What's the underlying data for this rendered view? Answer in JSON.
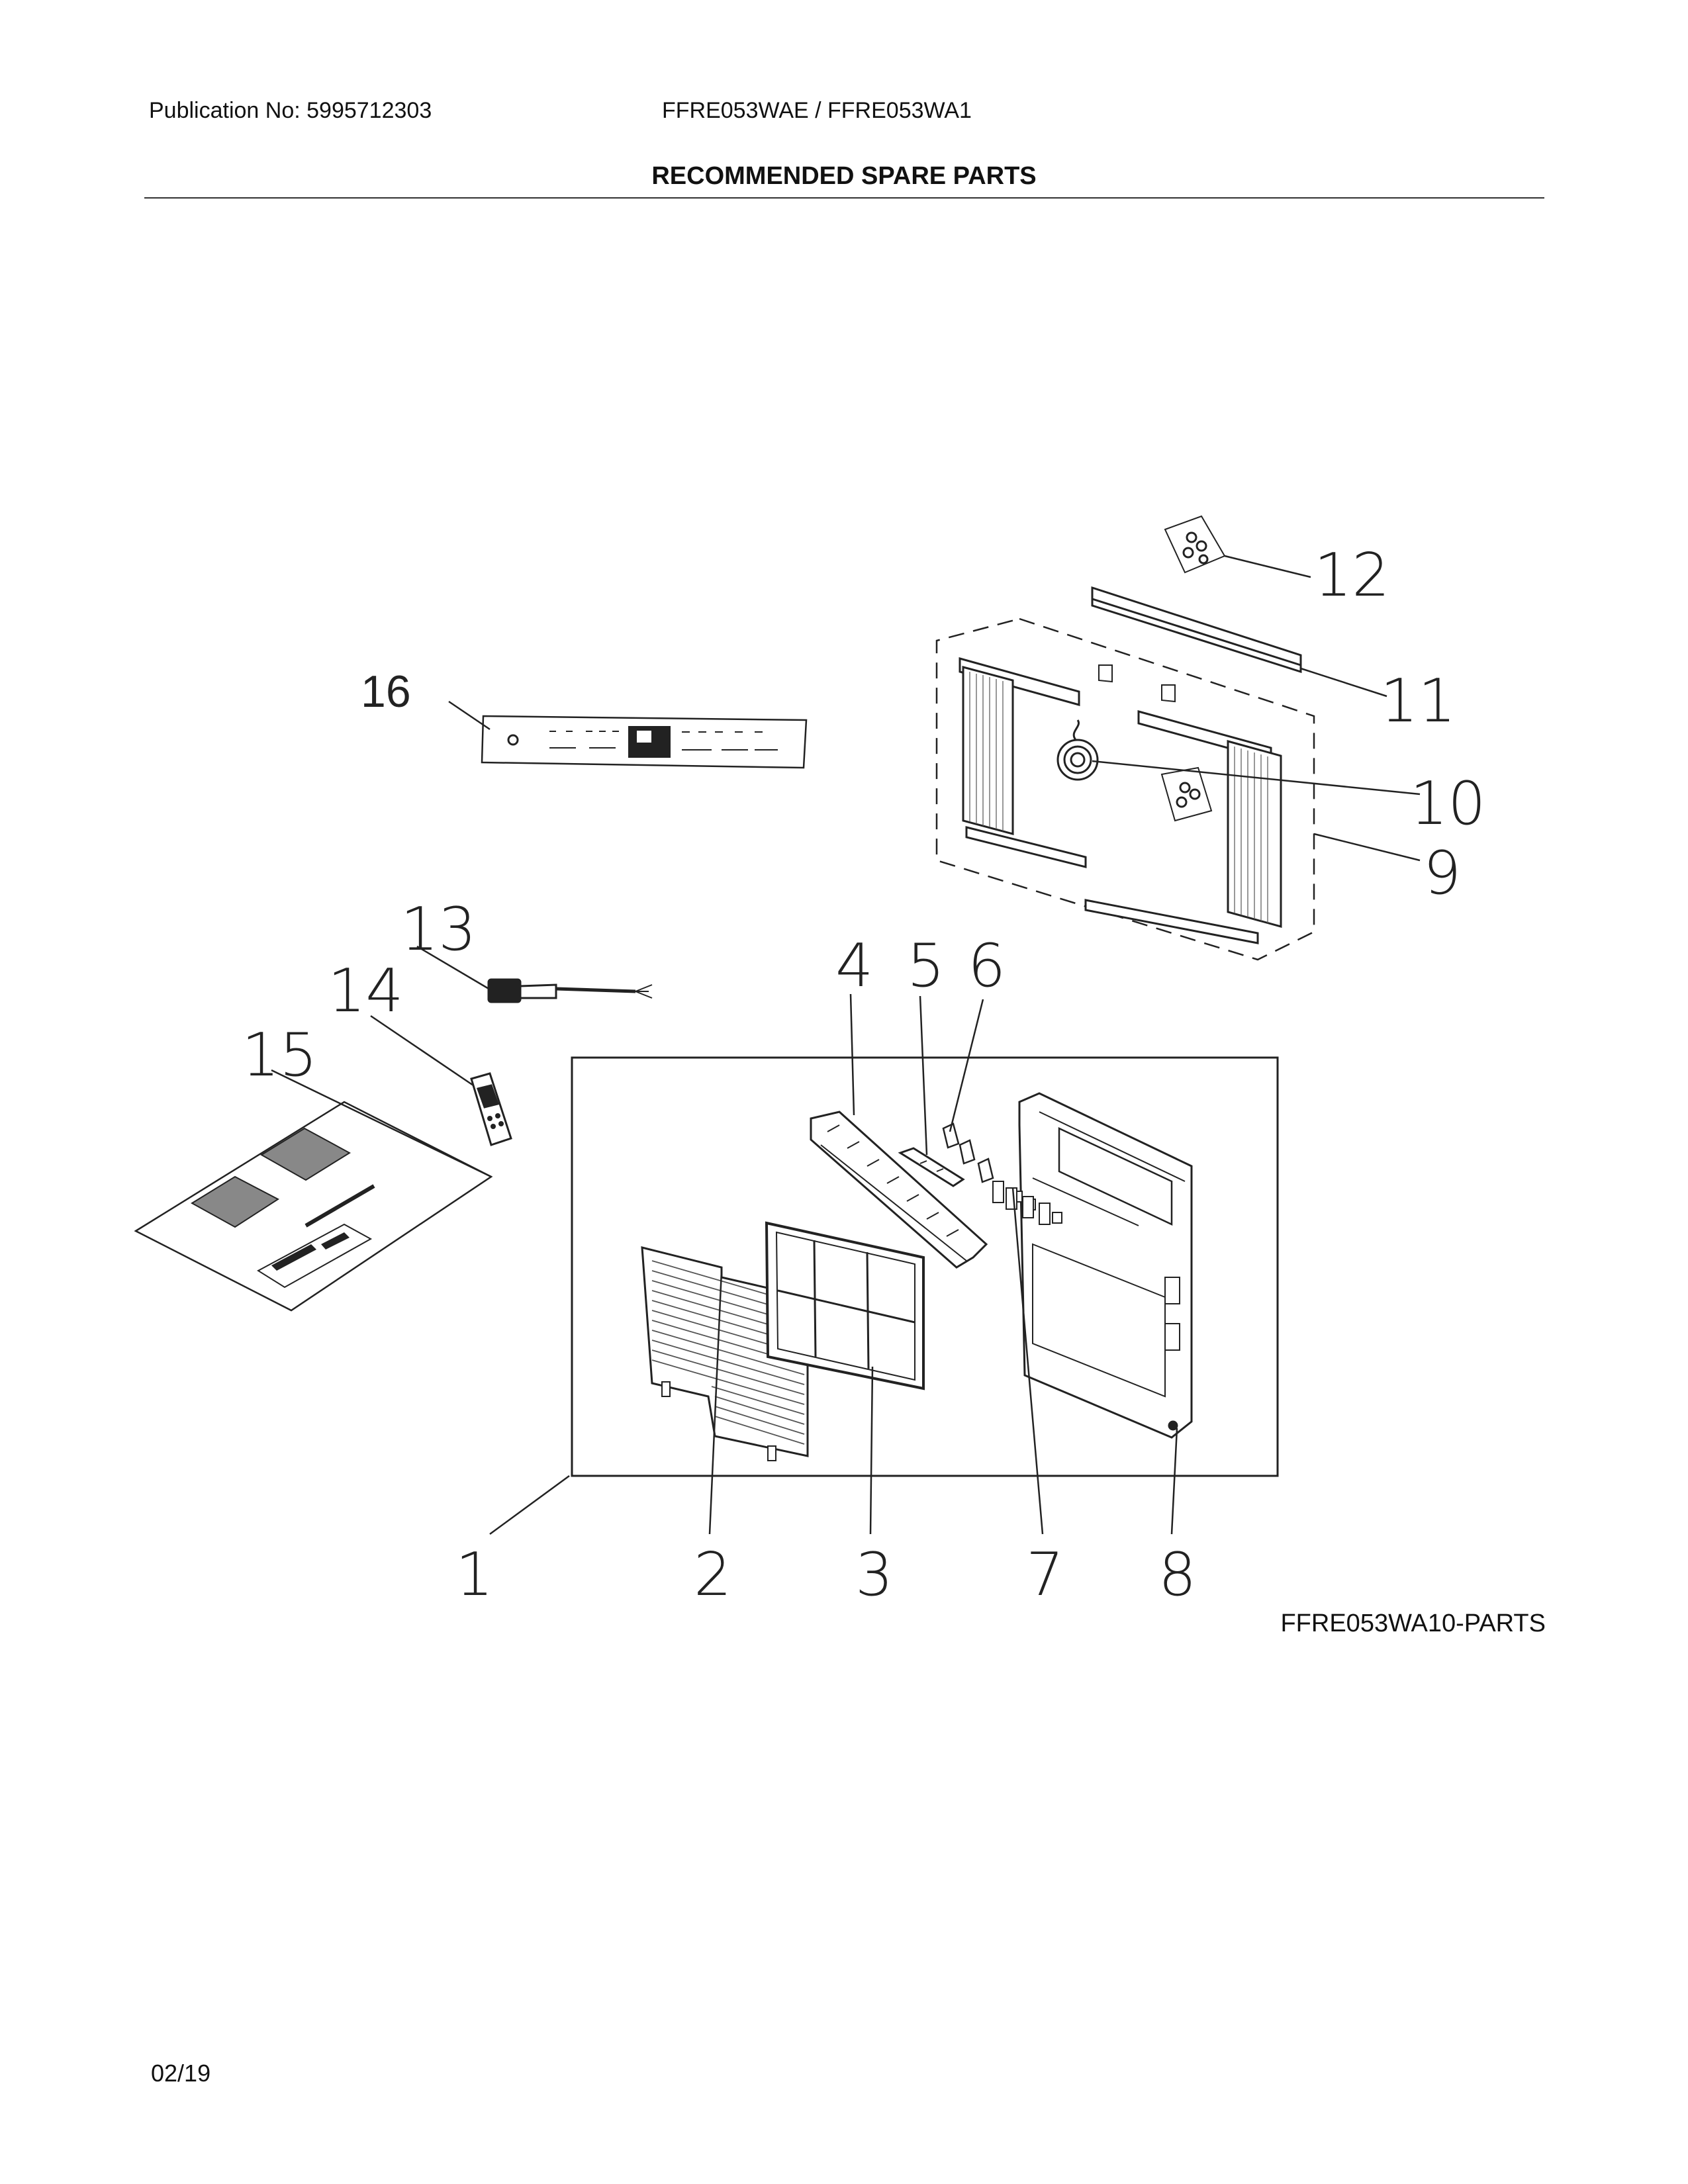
{
  "header": {
    "publication": "Publication No: 5995712303",
    "models": "FFRE053WAE / FFRE053WA1",
    "title": "RECOMMENDED SPARE PARTS"
  },
  "diagram": {
    "code": "FFRE053WA10-PARTS",
    "callouts": [
      "1",
      "2",
      "3",
      "4",
      "5",
      "6",
      "7",
      "8",
      "9",
      "10",
      "11",
      "12",
      "13",
      "14",
      "15",
      "16"
    ]
  },
  "footer": {
    "date": "02/19"
  },
  "colors": {
    "line": "#222222",
    "fill": "#ffffff",
    "grille": "#555555"
  }
}
